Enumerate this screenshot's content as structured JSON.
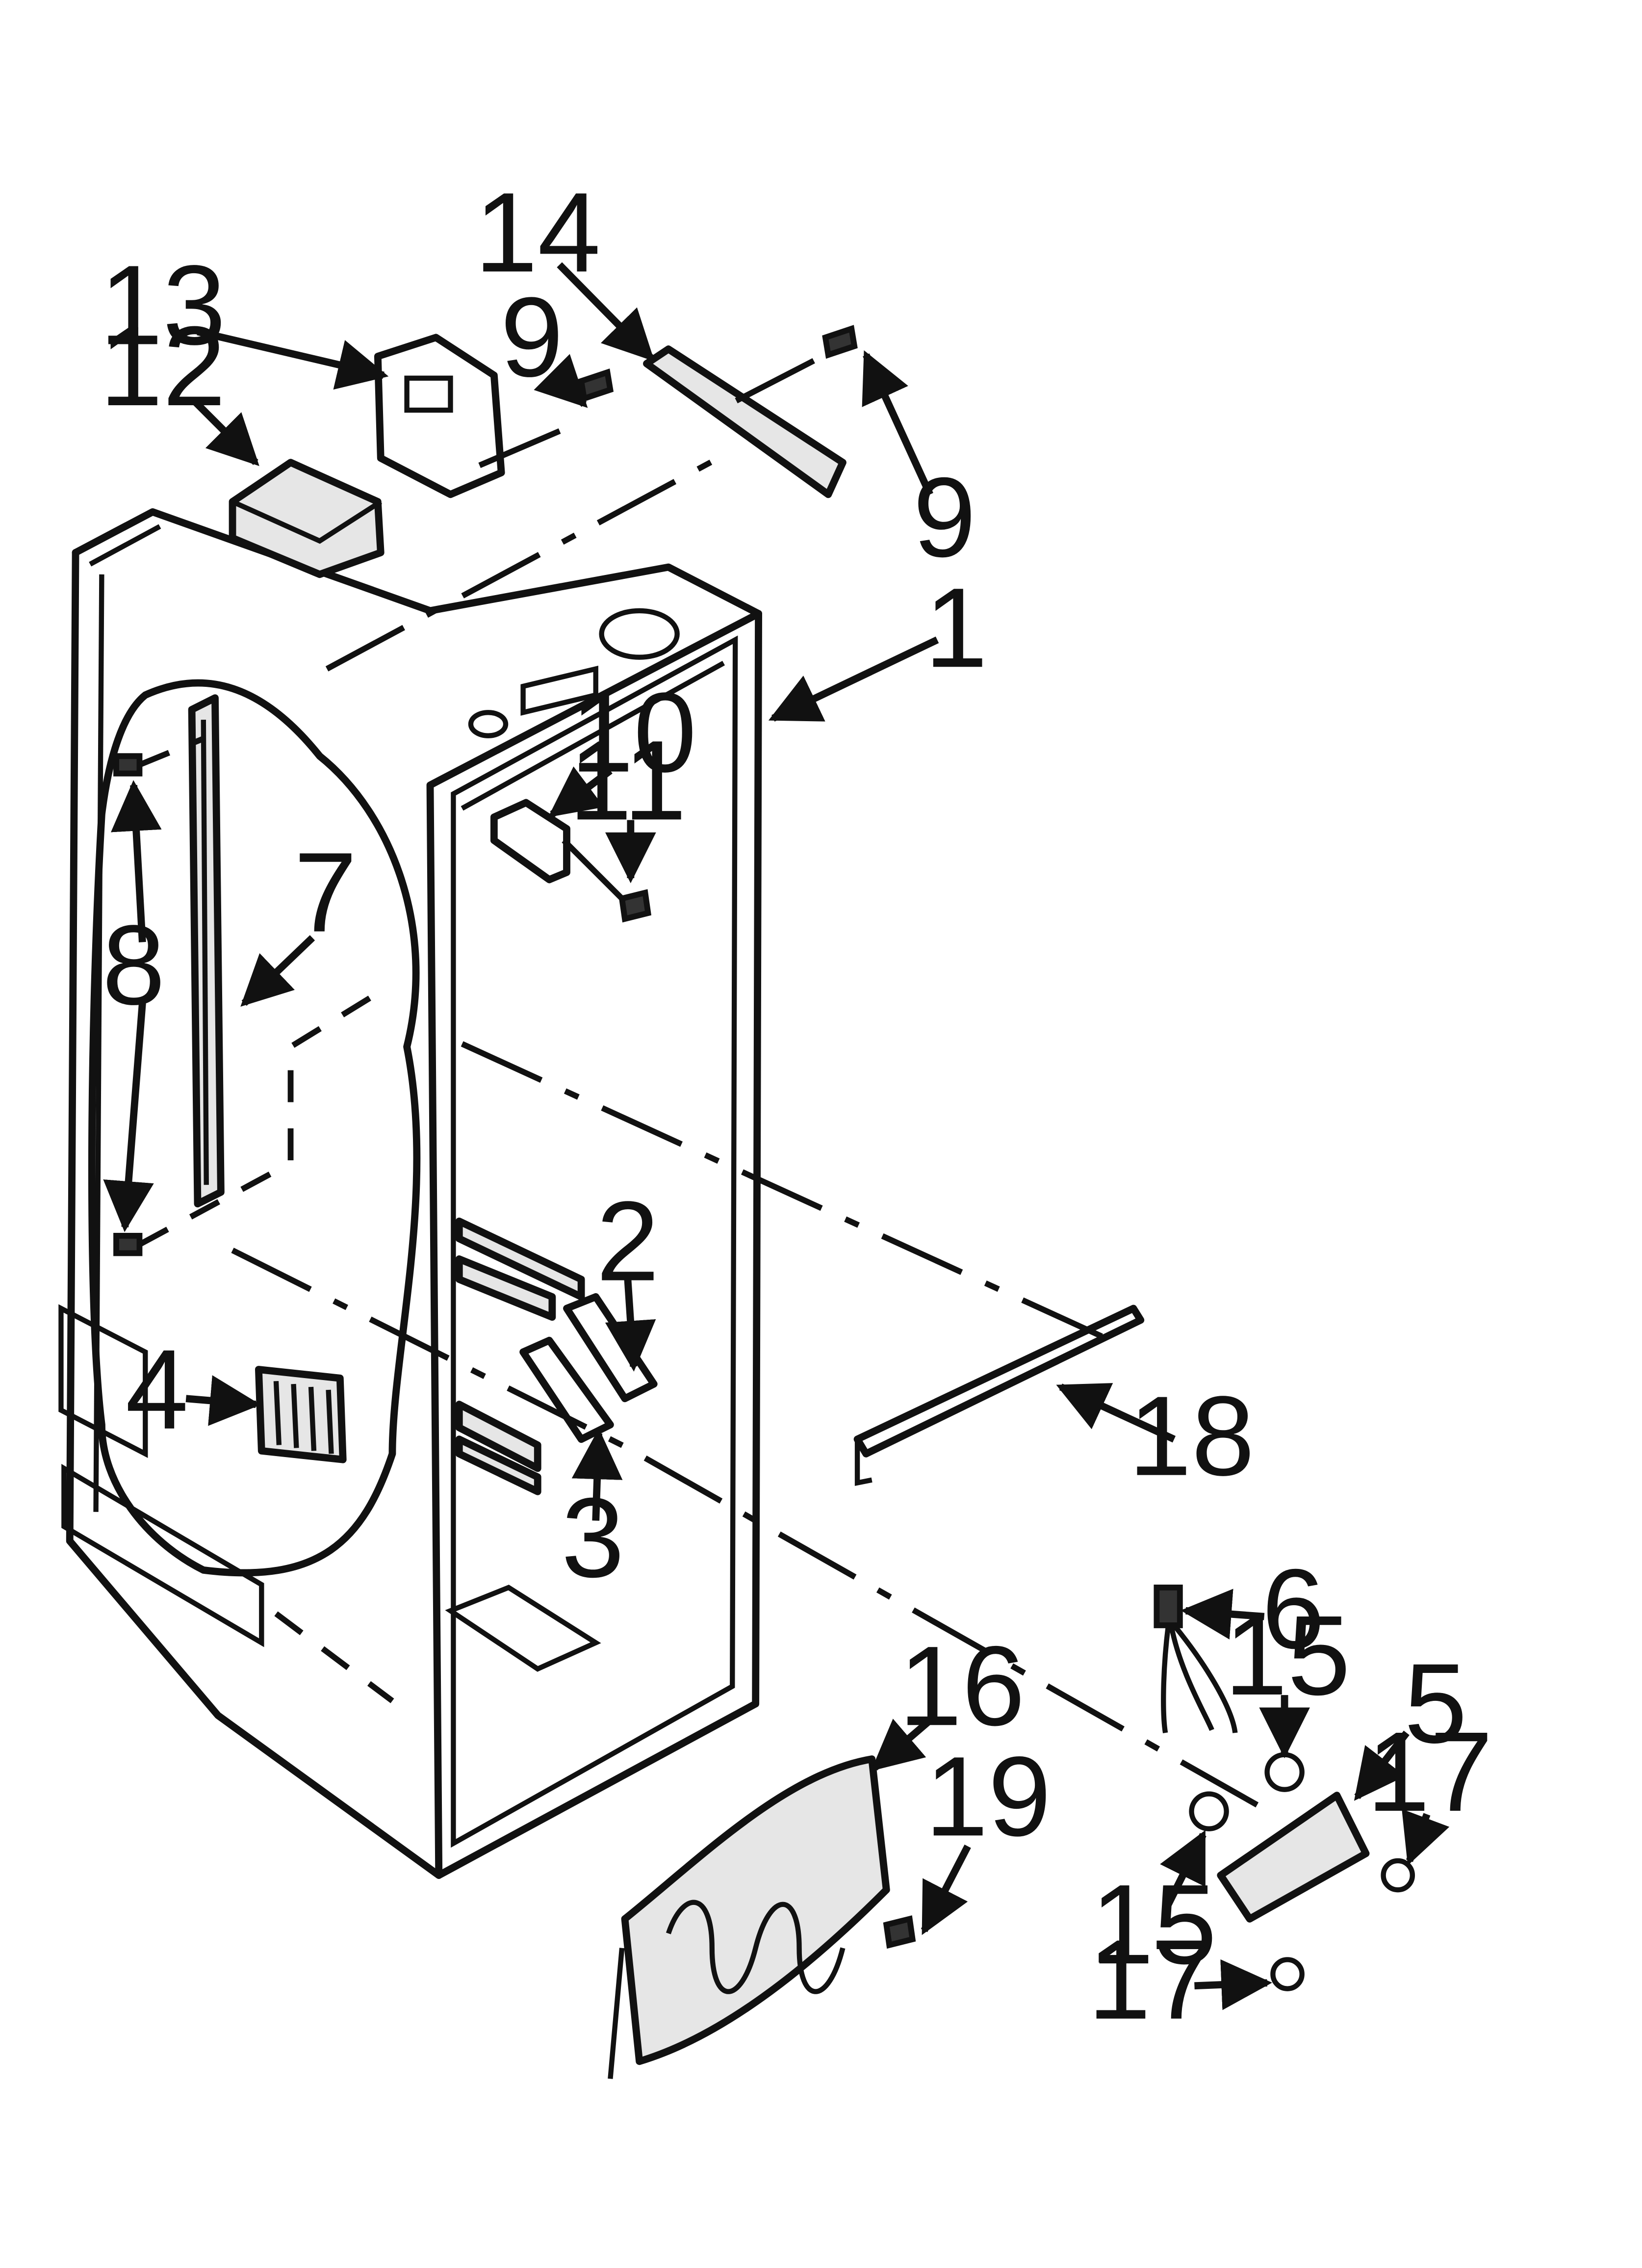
{
  "callouts": {
    "c1": "1",
    "c2": "2",
    "c3": "3",
    "c4": "4",
    "c5": "5",
    "c6": "6",
    "c7": "7",
    "c8": "8",
    "c9a": "9",
    "c9b": "9",
    "c10": "10",
    "c11": "11",
    "c12": "12",
    "c13": "13",
    "c14": "14",
    "c15a": "15",
    "c15b": "15",
    "c16": "16",
    "c17a": "17",
    "c17b": "17",
    "c18": "18",
    "c19": "19"
  }
}
